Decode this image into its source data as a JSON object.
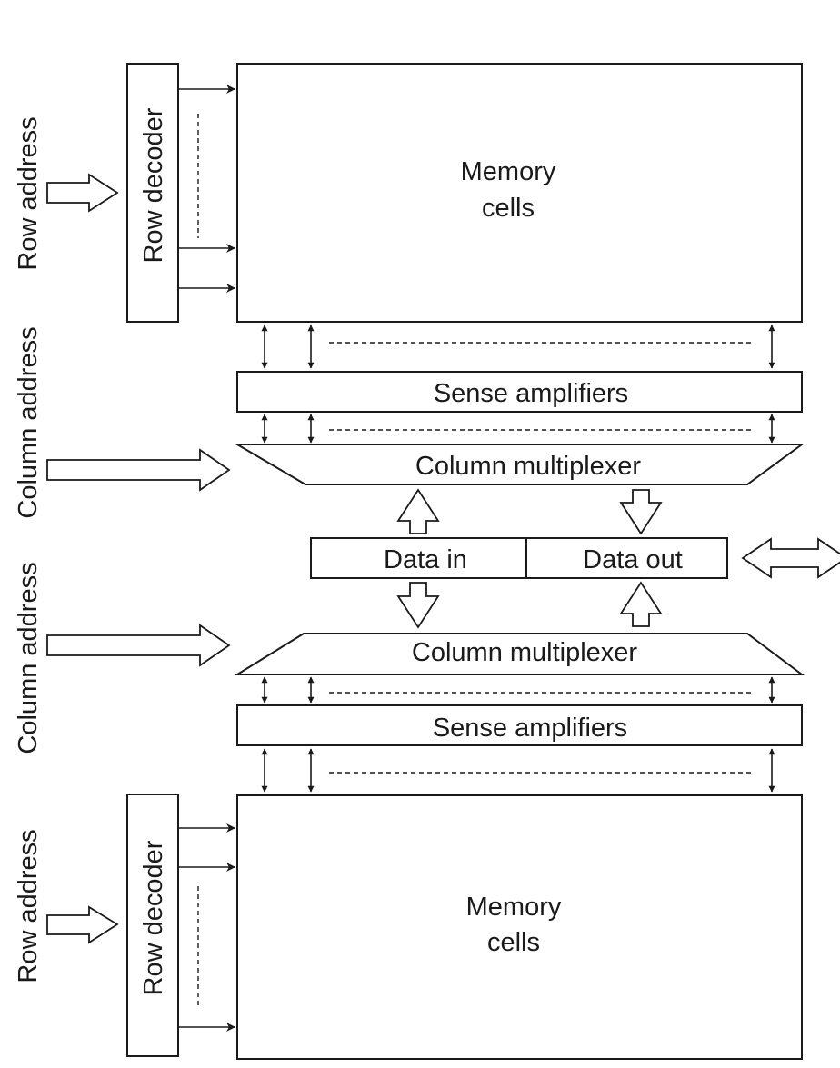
{
  "upper_bank": {
    "memory_cells": [
      "Memory",
      "cells"
    ],
    "row_decoder": "Row decoder",
    "row_address": "Row address",
    "sense_amplifiers": "Sense amplifiers",
    "column_multiplexer": "Column multiplexer",
    "column_address": "Column address"
  },
  "io": {
    "data_in": "Data in",
    "data_out": "Data out"
  },
  "lower_bank": {
    "column_multiplexer": "Column multiplexer",
    "column_address": "Column address",
    "sense_amplifiers": "Sense amplifiers",
    "memory_cells": [
      "Memory",
      "cells"
    ],
    "row_decoder": "Row decoder",
    "row_address": "Row address"
  }
}
